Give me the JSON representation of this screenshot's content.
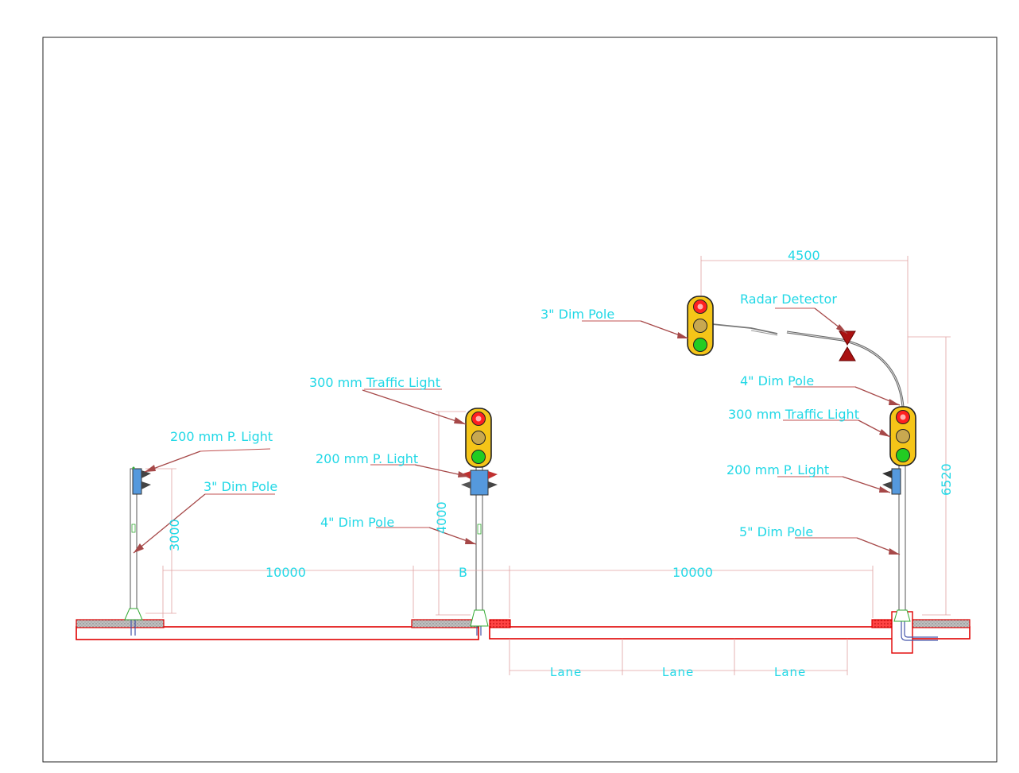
{
  "labels": {
    "left_plight": "200 mm P. Light",
    "left_pole": "3\" Dim Pole",
    "mid_traffic": "300 mm Traffic Light",
    "mid_plight": "200 mm P. Light",
    "mid_pole": "4\" Dim Pole",
    "top_pole": "3\" Dim Pole",
    "radar": "Radar Detector",
    "right_pole_upper": "4\" Dim Pole",
    "right_traffic": "300 mm Traffic Light",
    "right_plight": "200 mm P. Light",
    "right_pole_lower": "5\" Dim Pole"
  },
  "dimensions": {
    "arm_span": "4500",
    "right_height": "6520",
    "left_height": "3000",
    "mid_height": "4000",
    "span_left": "10000",
    "span_right": "10000",
    "median": "B"
  },
  "lanes": [
    "Lane",
    "Lane",
    "Lane"
  ],
  "colors": {
    "text": "#22d8e6",
    "road_edge": "#e00000",
    "leader": "#a64848",
    "housing": "#f5c518",
    "red_lamp": "#ff2020",
    "amber_lamp": "#c8a850",
    "green_lamp": "#22cc22",
    "ped_light": "#5599dd",
    "radar": "#aa1111"
  }
}
